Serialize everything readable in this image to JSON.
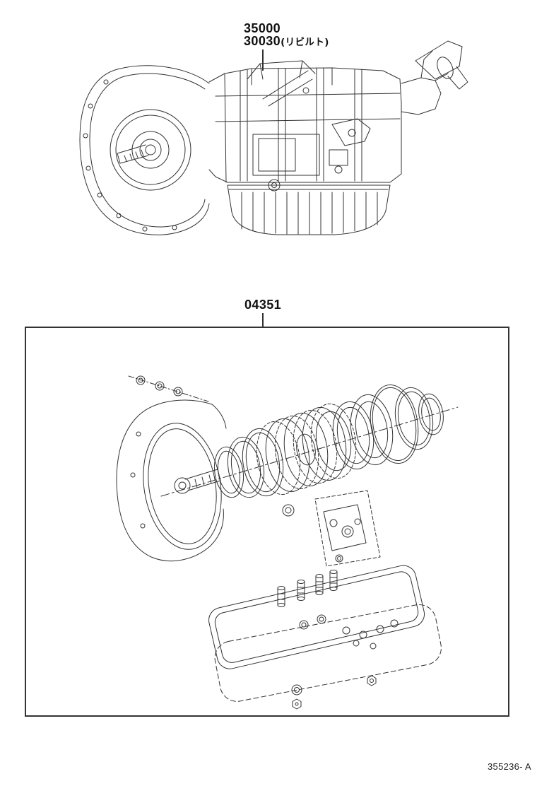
{
  "labels": {
    "transmission_part_no": "35000",
    "transmission_reman_part_no": "30030",
    "transmission_reman_note": "(リビルト)",
    "overhaul_kit_part_no": "04351",
    "figure_code": "355236- A"
  },
  "drawing": {
    "assembly": "automatic-transmission-assembly",
    "kit": "transmission-overhaul-gasket-kit"
  },
  "colors": {
    "line": "#333333",
    "background": "#ffffff"
  }
}
